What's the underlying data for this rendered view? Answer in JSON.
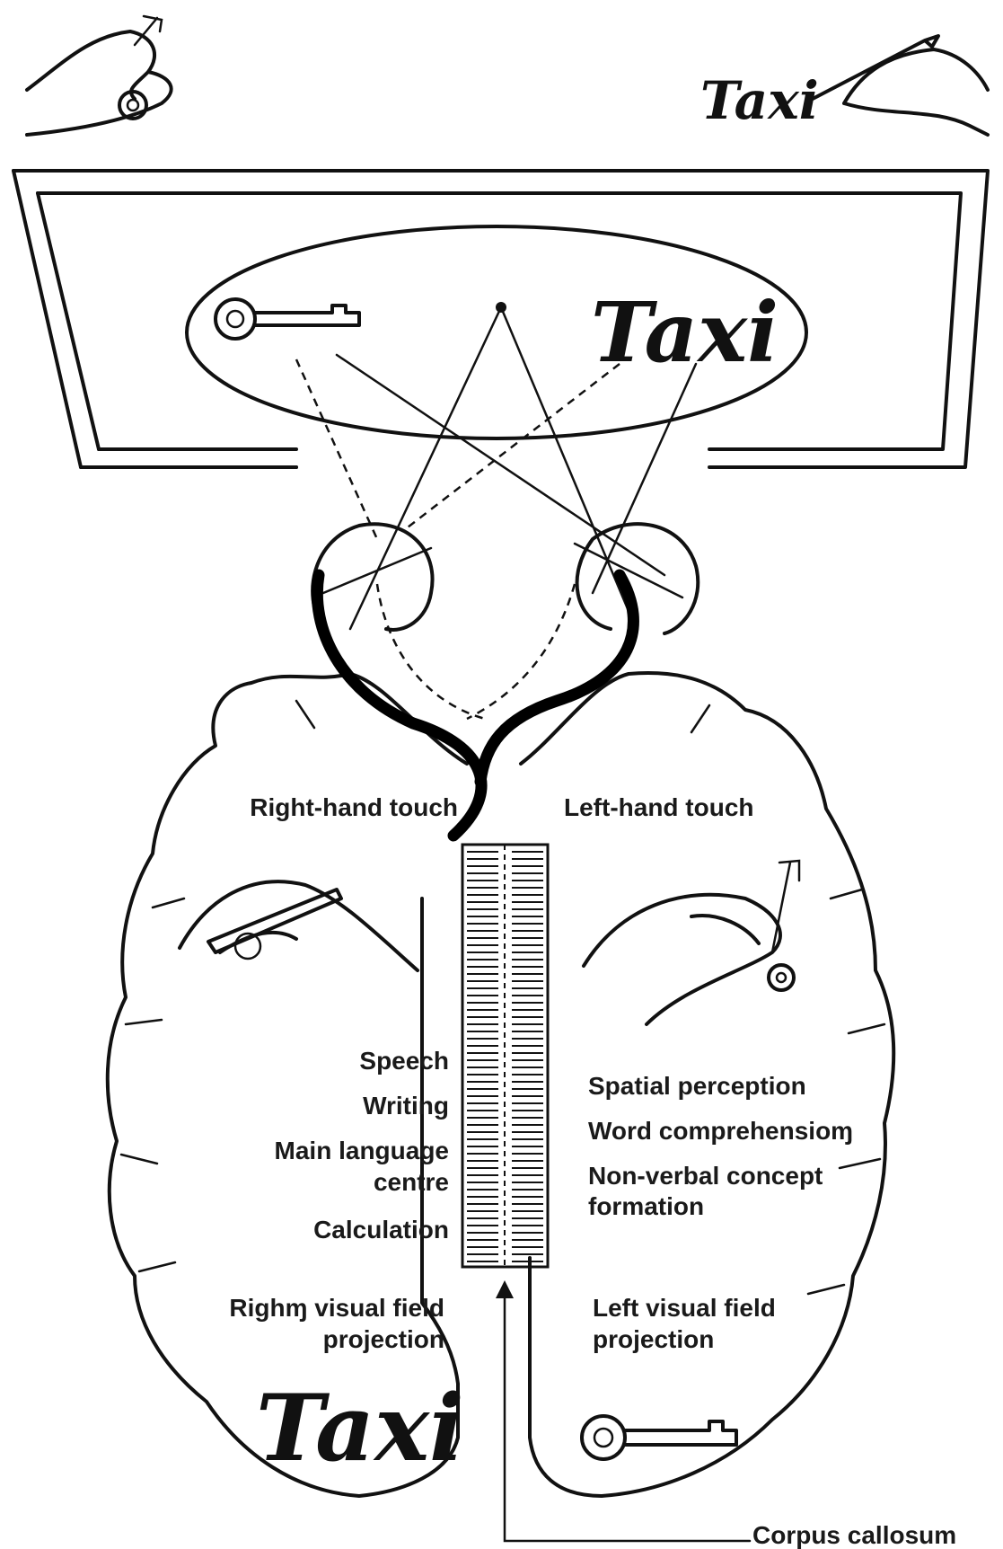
{
  "labels": {
    "right_hand_touch": "Right-hand touch",
    "left_hand_touch": "Left-hand touch",
    "speech": "Speech",
    "writing": "Writing",
    "main_language_1": "Main language",
    "main_language_2": "centre",
    "calculation": "Calculation",
    "right_visual_1": "Righɱ visual field",
    "right_visual_2": "projection",
    "spatial_perception": "Spatial perception",
    "word_comprehension": "Word comprehensioɱ",
    "nonverbal_1": "Non-verbal concept",
    "nonverbal_2": "formation",
    "left_visual_1": "Left visual field",
    "left_visual_2": "projection",
    "corpus_callosum": "Corpus callosum"
  },
  "words": {
    "taxi_top": "Taxi",
    "taxi_screen": "Taxi",
    "taxi_left_hemisphere": "Taxi"
  },
  "icons": {
    "key": "key-icon",
    "hand_holding_key": "hand-holding-key-icon",
    "hand_writing": "hand-writing-icon",
    "brain": "brain-outline-icon",
    "eye": "eye-icon"
  },
  "colors": {
    "ink": "#111111",
    "paper": "#ffffff"
  }
}
